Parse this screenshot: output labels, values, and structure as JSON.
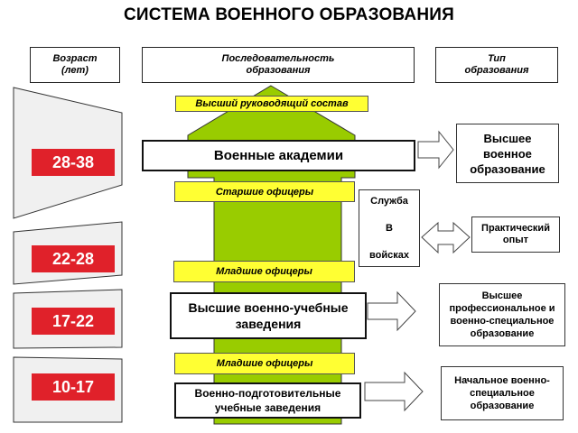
{
  "title": "СИСТЕМА ВОЕННОГО ОБРАЗОВАНИЯ",
  "headers": {
    "age": "Возраст\n(лет)",
    "sequence": "Последовательность\nобразования",
    "type": "Тип\nобразования"
  },
  "ages": [
    "28-38",
    "22-28",
    "17-22",
    "10-17"
  ],
  "labels": {
    "top_command": "Высший руководящий состав",
    "senior_officers": "Старшие офицеры",
    "junior_officers_1": "Младшие офицеры",
    "junior_officers_2": "Младшие офицеры"
  },
  "institutions": {
    "academies": "Военные академии",
    "higher_schools": "Высшие военно-учебные\nзаведения",
    "prep_schools": "Военно-подготовительные\nучебные заведения"
  },
  "service": {
    "line1": "Служба",
    "line2": "В",
    "line3": "войсках"
  },
  "education_types": {
    "higher_military": "Высшее\nвоенное\nобразование",
    "practical": "Практический\nопыт",
    "higher_professional": "Высшее\nпрофессиональное и\nвоенно-специальное\nобразование",
    "initial": "Начальное военно-\nспециальное\nобразование"
  },
  "colors": {
    "arrow_green": "#99cc00",
    "label_yellow": "#ffff33",
    "age_red": "#e0212a",
    "panel_gray": "#f0f0f0"
  }
}
